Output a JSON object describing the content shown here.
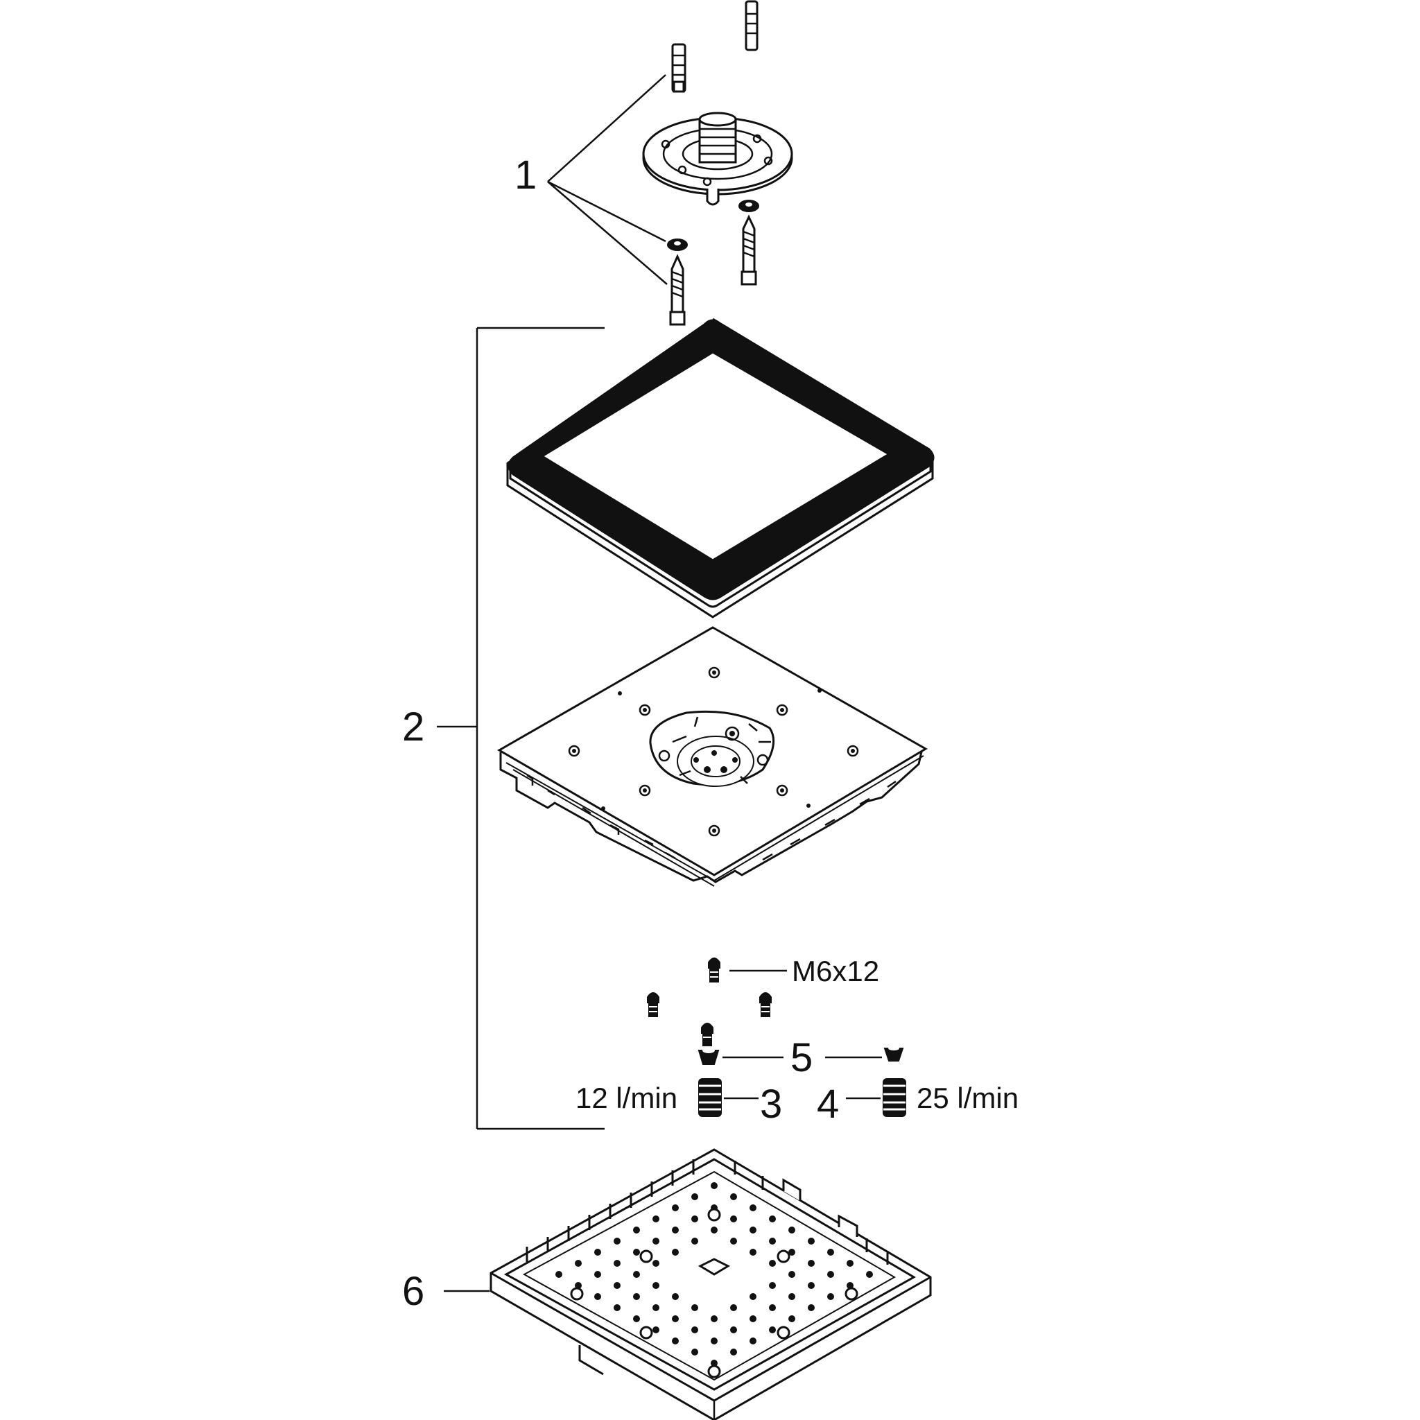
{
  "callouts": {
    "c1": "1",
    "c2": "2",
    "c3": "3",
    "c4": "4",
    "c5": "5",
    "c6": "6"
  },
  "specs": {
    "screw": "M6x12",
    "flow_12": "12 l/min",
    "flow_25": "25 l/min"
  }
}
